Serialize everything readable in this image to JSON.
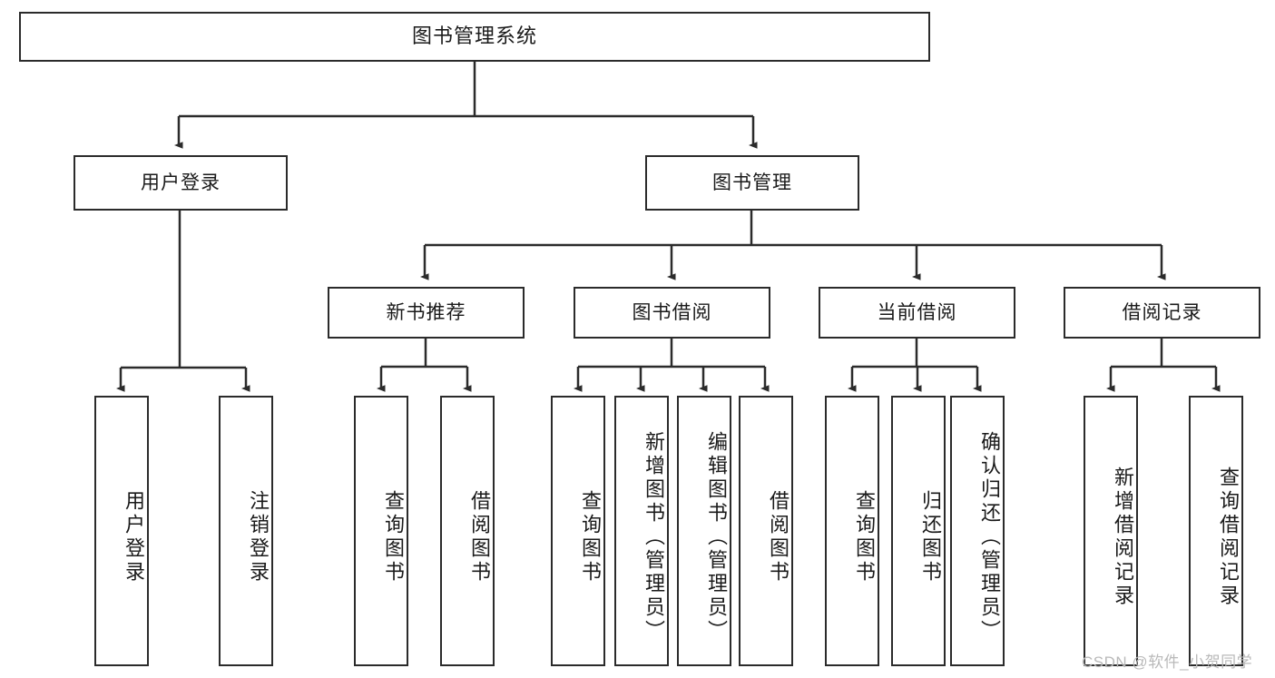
{
  "diagram": {
    "type": "tree-hierarchy-flowchart",
    "title": "图书管理系统",
    "line_color": "#2b2b2b",
    "box_fill": "#ffffff",
    "text_color": "#1a1a1a",
    "watermark": "CSDN @软件_小贺同学",
    "watermark_color": "#b9b9b9",
    "root": {
      "label": "图书管理系统"
    },
    "level2": [
      {
        "label": "用户登录"
      },
      {
        "label": "图书管理"
      }
    ],
    "level3": [
      {
        "label": "新书推荐"
      },
      {
        "label": "图书借阅"
      },
      {
        "label": "当前借阅"
      },
      {
        "label": "借阅记录"
      }
    ],
    "leaves": {
      "user_login": [
        {
          "label": "用户登录"
        },
        {
          "label": "注销登录"
        }
      ],
      "new_book_recommend": [
        {
          "label": "查询图书"
        },
        {
          "label": "借阅图书"
        }
      ],
      "book_borrow": [
        {
          "label": "查询图书"
        },
        {
          "label": "新增图书（管理员）"
        },
        {
          "label": "编辑图书（管理员）"
        },
        {
          "label": "借阅图书"
        }
      ],
      "current_borrow": [
        {
          "label": "查询图书"
        },
        {
          "label": "归还图书"
        },
        {
          "label": "确认归还（管理员）"
        }
      ],
      "borrow_record": [
        {
          "label": "新增借阅记录"
        },
        {
          "label": "查询借阅记录"
        }
      ]
    }
  }
}
